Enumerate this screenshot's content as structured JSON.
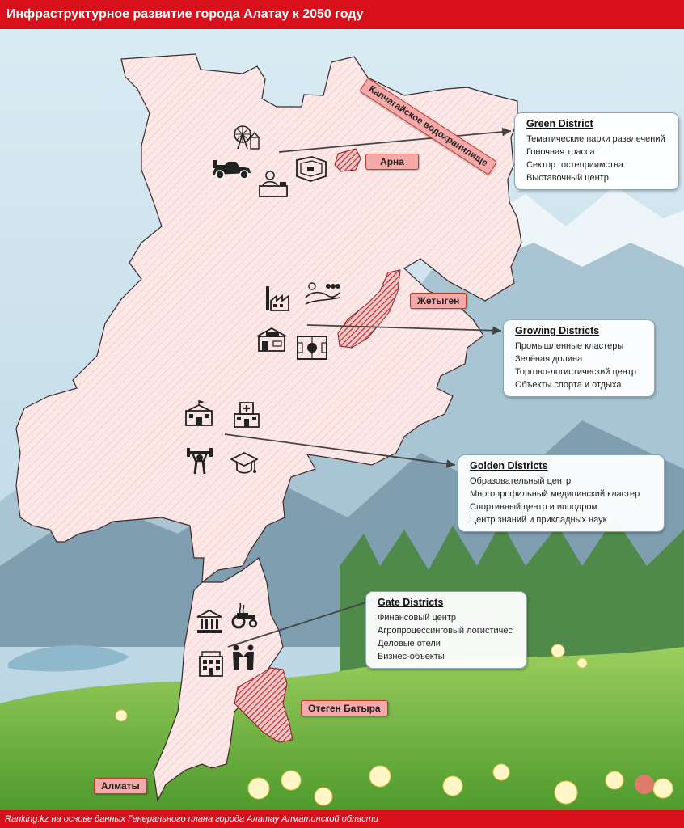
{
  "title": "Инфраструктурное развитие города Алатау к 2050 году",
  "footer": "Ranking.kz на основе данных Генерального плана города Алатау Алматинской области",
  "places": {
    "reservoir": "Капчагайское водохранилище",
    "arna": "Арна",
    "zhetygen": "Жетыген",
    "otegen": "Отеген Батыра",
    "almaty": "Алматы"
  },
  "districts": {
    "green": {
      "name": "Green District",
      "items": [
        "Тематические парки развлечений",
        "Гоночная трасса",
        "Сектор гостеприимства",
        "Выставочный центр"
      ]
    },
    "growing": {
      "name": "Growing Districts",
      "items": [
        "Промышленные кластеры",
        "Зелёная долина",
        "Торгово-логистический центр",
        "Объекты спорта и отдыха"
      ]
    },
    "golden": {
      "name": "Golden Districts",
      "items": [
        "Образовательный центр",
        "Многопрофильный медицинский кластер",
        "Спортивный центр и ипподром",
        "Центр знаний и прикладных наук"
      ]
    },
    "gate": {
      "name": "Gate Districts",
      "items": [
        "Финансовый центр",
        "Агропроцессинговый логистичес",
        "Деловые отели",
        "Бизнес-объекты"
      ]
    }
  },
  "colors": {
    "brand_red": "#d8101c",
    "territory_fill": "#fbe4e4",
    "hatch": "#c0392b"
  },
  "icons": [
    "ferris-wheel-icon",
    "race-car-icon",
    "reception-desk-icon",
    "exhibition-stand-icon",
    "factory-icon",
    "valley-icon",
    "mall-icon",
    "stadium-icon",
    "school-icon",
    "hospital-icon",
    "weightlifter-icon",
    "graduation-cap-icon",
    "bank-icon",
    "tractor-icon",
    "hotel-icon",
    "handshake-icon"
  ]
}
